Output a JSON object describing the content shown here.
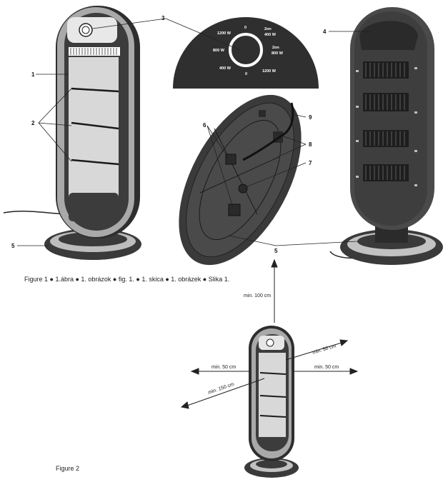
{
  "figure1": {
    "caption": "Figure 1 ● 1.ábra ● 1. obrázok ● fig. 1. ● 1. skica ● 1. obrázek ● Slika 1.",
    "callouts": [
      "1",
      "2",
      "3",
      "4",
      "5",
      "5",
      "6",
      "7",
      "8",
      "9"
    ],
    "dial_labels": {
      "w1200_top": "1200 W",
      "w0_top": "0",
      "w400_top": "400 W",
      "w800_left": "800 W",
      "w800_right": "800 W",
      "w400_bottom": "400 W",
      "w0_bottom": "0",
      "w1200_bottom": "1200 W",
      "ecut": "2on",
      "ecut2": "2on"
    }
  },
  "figure2": {
    "caption": "Figure 2",
    "clearances": {
      "top": "min. 100 cm",
      "left": "min. 50 cm",
      "right": "min. 50 cm",
      "back": "min. 50 cm",
      "front": "min. 150 cm"
    }
  }
}
